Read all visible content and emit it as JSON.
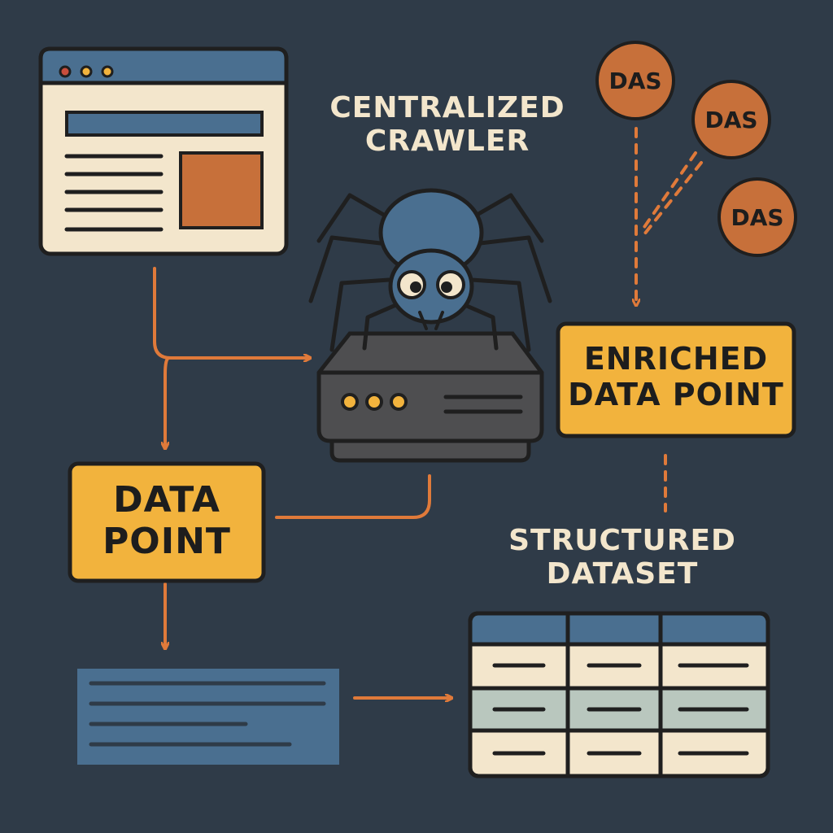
{
  "title": {
    "line1": "CENTRALIZED",
    "line2": "CRAWLER"
  },
  "das_nodes": [
    {
      "label": "DAS"
    },
    {
      "label": "DAS"
    },
    {
      "label": "DAS"
    }
  ],
  "enriched": {
    "line1": "ENRICHED",
    "line2": "DATA POINT"
  },
  "data_point": {
    "line1": "DATA",
    "line2": "POINT"
  },
  "dataset": {
    "line1": "STRUCTURED",
    "line2": "DATASET"
  },
  "colors": {
    "background": "#2f3b48",
    "accent_orange": "#e07a3a",
    "box_yellow": "#f2b33d",
    "das_orange": "#c7703a",
    "panel_blue": "#4a6f90",
    "cream": "#f3e6cc",
    "row_green": "#b9c7be",
    "server_gray": "#4e4e50"
  },
  "icons": [
    "browser-window-icon",
    "spider-icon",
    "server-icon",
    "table-icon",
    "text-block-icon"
  ]
}
